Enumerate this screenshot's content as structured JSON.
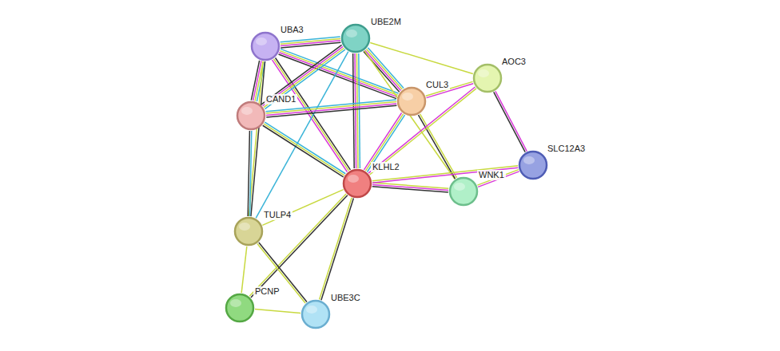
{
  "diagram": {
    "nodes": [
      {
        "text": [
          "UBE2M"
        ]
      },
      {
        "text": [
          "UBA3"
        ]
      },
      {
        "text": [
          "AOC3"
        ]
      },
      {
        "text": [
          "CUL3"
        ]
      },
      {
        "text": [
          "CAND1"
        ]
      },
      {
        "text": [
          "SLC12A3"
        ]
      },
      {
        "text": [
          "KLHL2"
        ]
      },
      {
        "text": [
          "WNK1"
        ]
      },
      {
        "text": [
          "TULP4"
        ]
      },
      {
        "text": [
          "PCNP"
        ]
      },
      {
        "text": [
          "UBE3C"
        ]
      }
    ],
    "edges": [
      {
        "from": 1,
        "to": 0,
        "arrow": "none"
      },
      {
        "from": 1,
        "to": 3,
        "arrow": "none"
      },
      {
        "from": 1,
        "to": 4,
        "arrow": "none"
      },
      {
        "from": 1,
        "to": 6,
        "arrow": "none"
      },
      {
        "from": 1,
        "to": 8,
        "arrow": "none"
      },
      {
        "from": 0,
        "to": 4,
        "arrow": "none"
      },
      {
        "from": 0,
        "to": 3,
        "arrow": "none"
      },
      {
        "from": 0,
        "to": 6,
        "arrow": "none"
      },
      {
        "from": 0,
        "to": 2,
        "arrow": "none"
      },
      {
        "from": 0,
        "to": 7,
        "arrow": "none"
      },
      {
        "from": 0,
        "to": 8,
        "arrow": "none"
      },
      {
        "from": 4,
        "to": 3,
        "arrow": "none"
      },
      {
        "from": 4,
        "to": 6,
        "arrow": "none"
      },
      {
        "from": 4,
        "to": 8,
        "arrow": "none"
      },
      {
        "from": 3,
        "to": 6,
        "arrow": "none"
      },
      {
        "from": 3,
        "to": 2,
        "arrow": "none"
      },
      {
        "from": 3,
        "to": 7,
        "arrow": "none"
      },
      {
        "from": 2,
        "to": 5,
        "arrow": "none"
      },
      {
        "from": 2,
        "to": 6,
        "arrow": "none"
      },
      {
        "from": 6,
        "to": 7,
        "arrow": "none"
      },
      {
        "from": 6,
        "to": 5,
        "arrow": "none"
      },
      {
        "from": 6,
        "to": 8,
        "arrow": "none"
      },
      {
        "from": 6,
        "to": 9,
        "arrow": "none"
      },
      {
        "from": 6,
        "to": 10,
        "arrow": "none"
      },
      {
        "from": 7,
        "to": 5,
        "arrow": "none"
      },
      {
        "from": 8,
        "to": 9,
        "arrow": "none"
      },
      {
        "from": 8,
        "to": 10,
        "arrow": "none"
      },
      {
        "from": 9,
        "to": 10,
        "arrow": "none"
      }
    ]
  }
}
